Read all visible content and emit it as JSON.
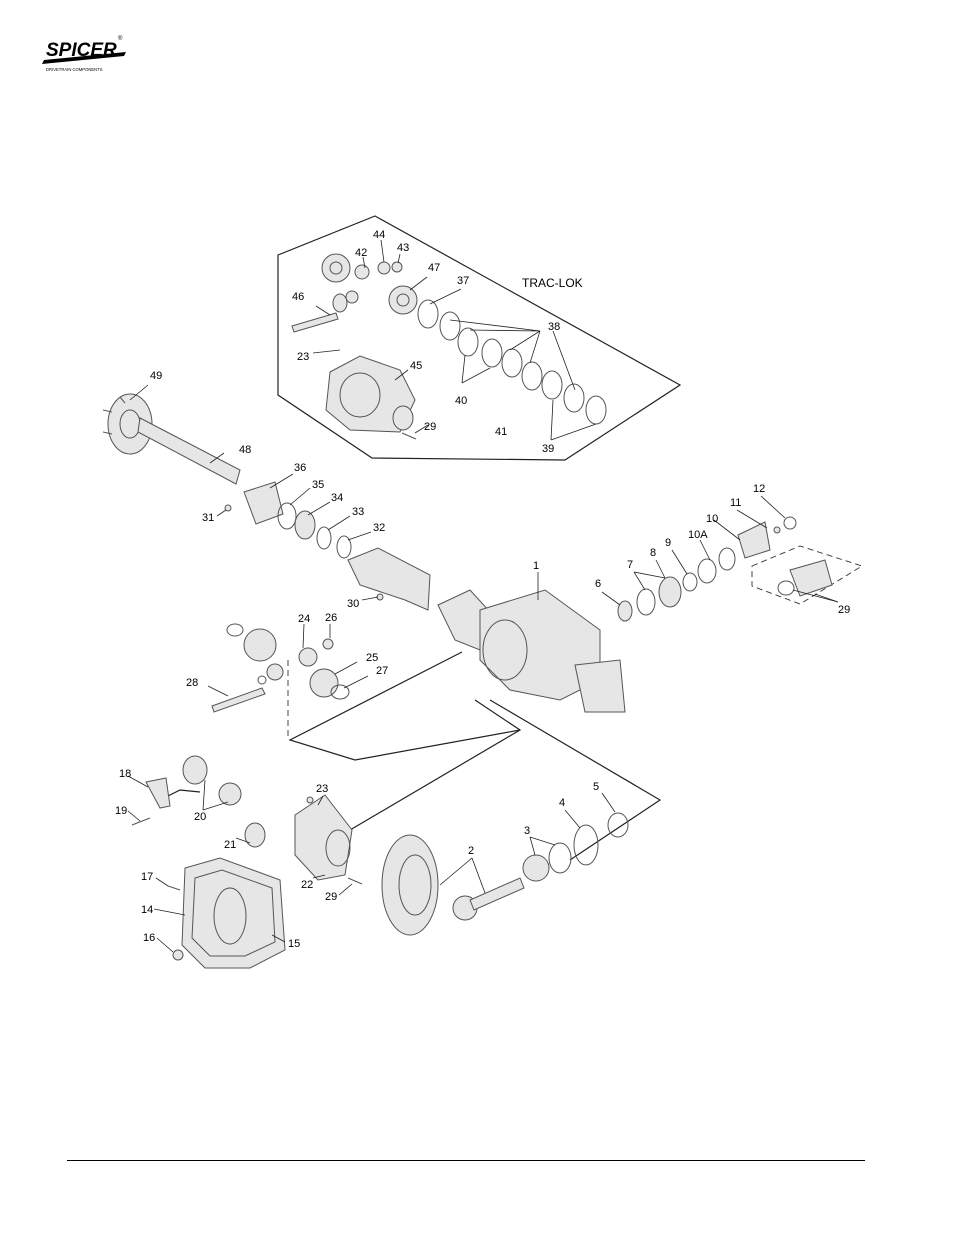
{
  "logo": {
    "brand_text": "SPICER",
    "tagline": "DRIVETRAIN COMPONENTS",
    "registered_mark": "®"
  },
  "diagram": {
    "inset_title": "TRAC-LOK",
    "callouts": [
      "1",
      "2",
      "3",
      "4",
      "5",
      "6",
      "7",
      "8",
      "9",
      "10",
      "10A",
      "11",
      "12",
      "14",
      "15",
      "16",
      "17",
      "18",
      "19",
      "20",
      "21",
      "22",
      "23",
      "24",
      "25",
      "26",
      "27",
      "28",
      "29",
      "30",
      "31",
      "32",
      "33",
      "34",
      "35",
      "36",
      "37",
      "38",
      "39",
      "40",
      "41",
      "42",
      "43",
      "44",
      "45",
      "46",
      "47",
      "48",
      "49"
    ]
  }
}
